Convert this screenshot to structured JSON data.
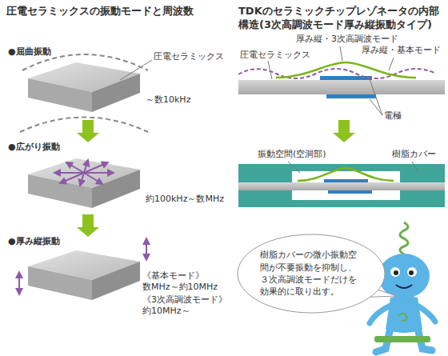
{
  "diagram": {
    "nodes": [
      {
        "text": [
          "樹脂カバーの微小振動空 間が不要振動を抑制し、 ３次高調波モードだけを 効果的に取り出す。"
        ]
      }
    ],
    "labels": [
      "圧電セラミックスの振動モードと周波数",
      "●屈曲振動",
      "圧電セラミックス",
      "～数10kHz",
      "●広がり振動",
      "約100kHz～数MHz",
      "●厚み縦振動",
      "《基本モード》",
      "数MHz～約10MHz",
      "《3次高調波モード》",
      "約10MHz～",
      "TDKのセラミックチップレゾネータの内部 構造(3次高調波モード厚み縦振動タイプ)",
      "厚み縦・3次高調波モード",
      "厚み縦・基本モード",
      "圧電セラミックス",
      "電極",
      "振動空間(空洞部)",
      "樹脂カバー"
    ]
  }
}
